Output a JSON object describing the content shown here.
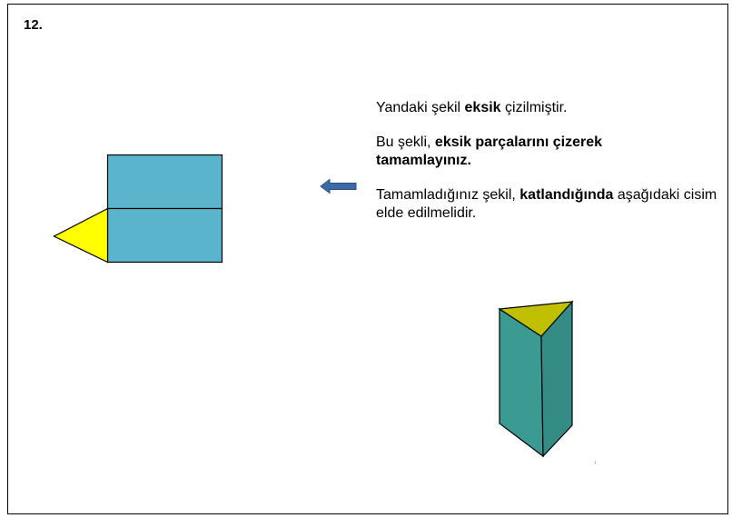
{
  "question": {
    "number": "12."
  },
  "instructions": {
    "line1_prefix": "Yandaki şekil ",
    "line1_bold": "eksik",
    "line1_suffix": " çizilmiştir.",
    "line2_prefix": "Bu şekli, ",
    "line2_bold": "eksik parçalarını çizerek tamamlayınız.",
    "line3_prefix": "Tamamladığınız şekil, ",
    "line3_bold": "katlandığında",
    "line3_suffix": " aşağıdaki cisim elde edilmelidir."
  },
  "figures": {
    "net_rect_color": "#5ab4cb",
    "net_triangle_color": "#ffff00",
    "arrow_color": "#3a6aa8",
    "prism_side_color": "#3b9a92",
    "prism_top_color": "#c0c000",
    "outline_color": "#000000",
    "icon": "left-arrow-icon"
  }
}
